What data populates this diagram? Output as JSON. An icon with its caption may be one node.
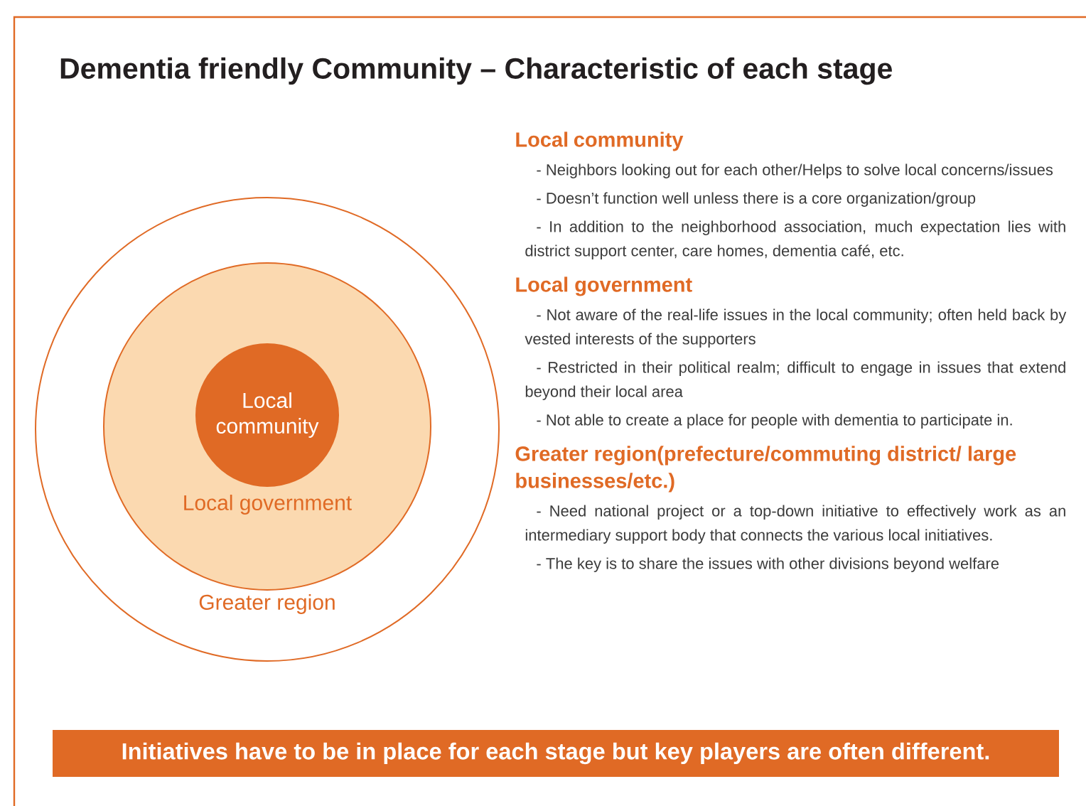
{
  "diagram": {
    "title": "Dementia friendly Community – Characteristic of each stage",
    "nodes": [
      {
        "text": [
          "Greater region"
        ]
      },
      {
        "text": [
          "Local government"
        ],
        "in": 0
      },
      {
        "text": [
          "Local community"
        ],
        "in": 1
      },
      {
        "text": [
          "Initiatives have to be in place for each stage but key players are often different."
        ]
      }
    ],
    "labels": [
      "Local community",
      "- Neighbors looking out for each other/Helps to solve local concerns/issues",
      "- Doesn’t function well unless there is a core organization/group",
      "- In addition to the neighborhood association, much expectation lies with district support center, care homes, dementia café, etc.",
      "Local government",
      "- Not aware of the real-life issues in the local community; often held back by vested interests of the supporters",
      "- Restricted in their political realm; difficult to engage in issues that extend beyond their local area",
      "- Not able to create a place for people with dementia to participate in.",
      "Greater region(prefecture/commuting district/ large businesses/etc.)",
      "- Need national project or a top-down initiative to effectively work as an intermediary support body that connects the various local initiatives.",
      "- The key is to share the issues with other divisions beyond welfare"
    ]
  }
}
